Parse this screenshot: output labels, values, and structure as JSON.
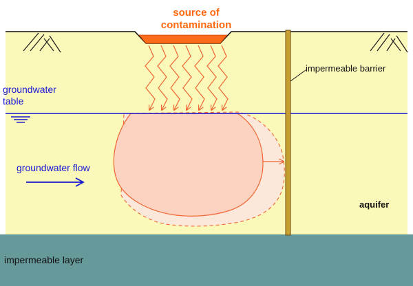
{
  "labels": {
    "source_line1": "source of",
    "source_line2": "contamination",
    "groundwater_table_line1": "groundwater",
    "groundwater_table_line2": "table",
    "groundwater_flow": "groundwater flow",
    "impermeable_barrier": "impermeable barrier",
    "aquifer": "aquifer",
    "impermeable_layer": "impermeable layer"
  },
  "colors": {
    "soil": "#fbf9b9",
    "impermeable_layer": "#66999a",
    "barrier": "#c8a032",
    "source": "#ff6b1a",
    "plume": "#fcd2c0",
    "plume_outline": "#ee6633",
    "water_line": "#1414d0",
    "flow_arrow": "#1414d0"
  }
}
